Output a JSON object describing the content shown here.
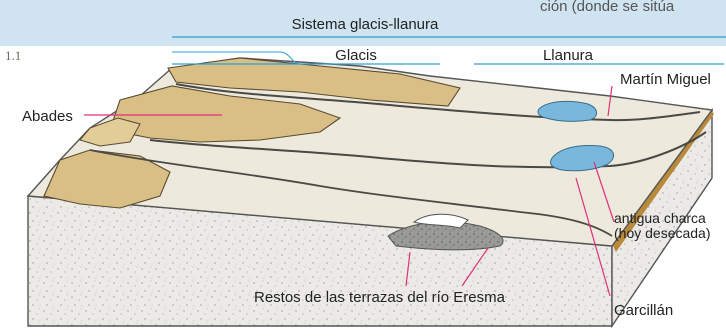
{
  "header": {
    "title": "Sistema glacis-llanura",
    "clipped_text": "ción (donde se sitúa"
  },
  "figure": {
    "corner_mark": "1.1",
    "colors": {
      "header_band": "#cfe3f1",
      "rule_line": "#2f9fd6",
      "leader_line": "#e0307a",
      "block_fill": "#ebeae6",
      "glacis_fill": "#d9bf86",
      "plain_fill": "#ede9dd",
      "water_fill": "#79b8dc",
      "gravel_fill": "#8a8a88"
    }
  },
  "labels": {
    "glacis": "Glacis",
    "llanura": "Llanura",
    "abades": "Abades",
    "martin_miguel": "Martín Miguel",
    "antigua_charca_line1": "antigua charca",
    "antigua_charca_line2": "(hoy desecada)",
    "garcillan": "Garcillán",
    "terrazas": "Restos de las terrazas del río Eresma"
  }
}
